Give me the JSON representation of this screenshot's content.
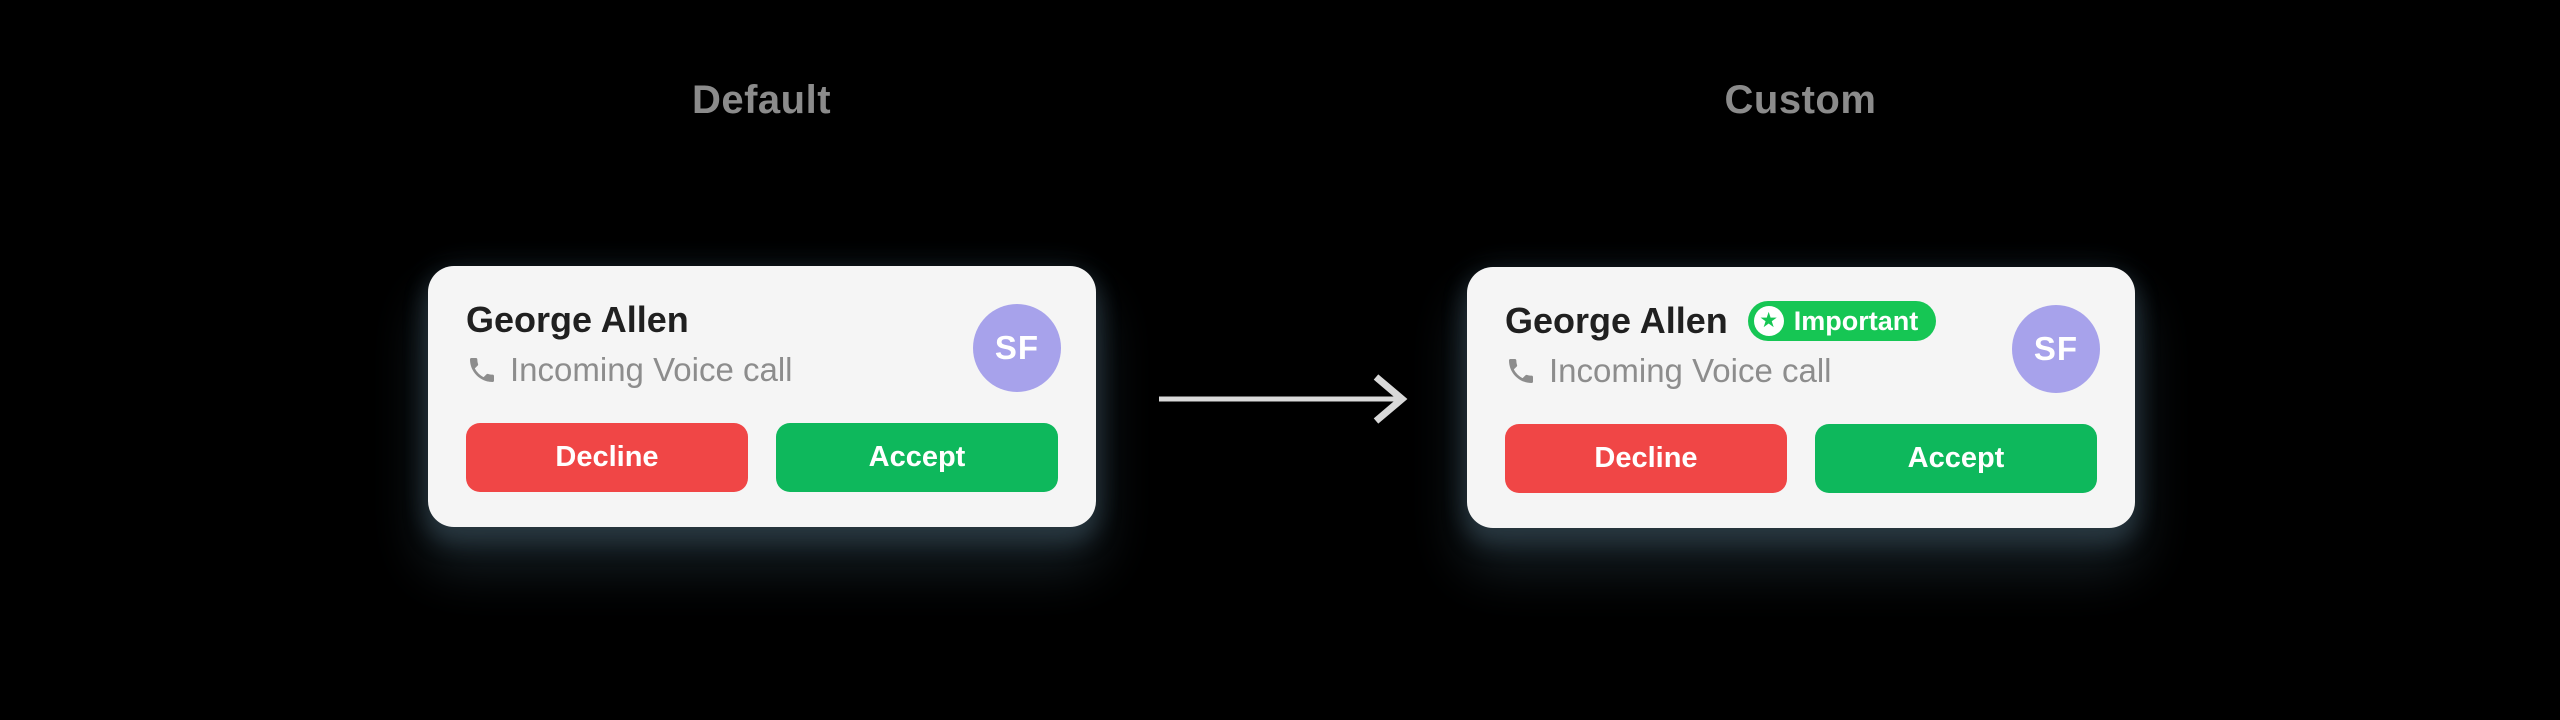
{
  "sections": {
    "default_label": "Default",
    "custom_label": "Custom"
  },
  "cards": {
    "default": {
      "name": "George Allen",
      "call_type": "Incoming Voice call",
      "avatar_initials": "SF",
      "decline_label": "Decline",
      "accept_label": "Accept"
    },
    "custom": {
      "name": "George Allen",
      "badge_label": "Important",
      "badge_star_icon": "★",
      "call_type": "Incoming Voice call",
      "avatar_initials": "SF",
      "decline_label": "Decline",
      "accept_label": "Accept"
    }
  },
  "colors": {
    "page_bg": "#000000",
    "card_bg": "#f5f5f5",
    "name_text": "#202020",
    "subtitle_text": "#8d8d8d",
    "section_label": "#8b8b8b",
    "decline_bg": "#f04646",
    "accept_bg": "#0eb85c",
    "badge_bg": "#16c654",
    "avatar_bg": "#a7a2eb",
    "arrow": "#d9d9d9"
  }
}
